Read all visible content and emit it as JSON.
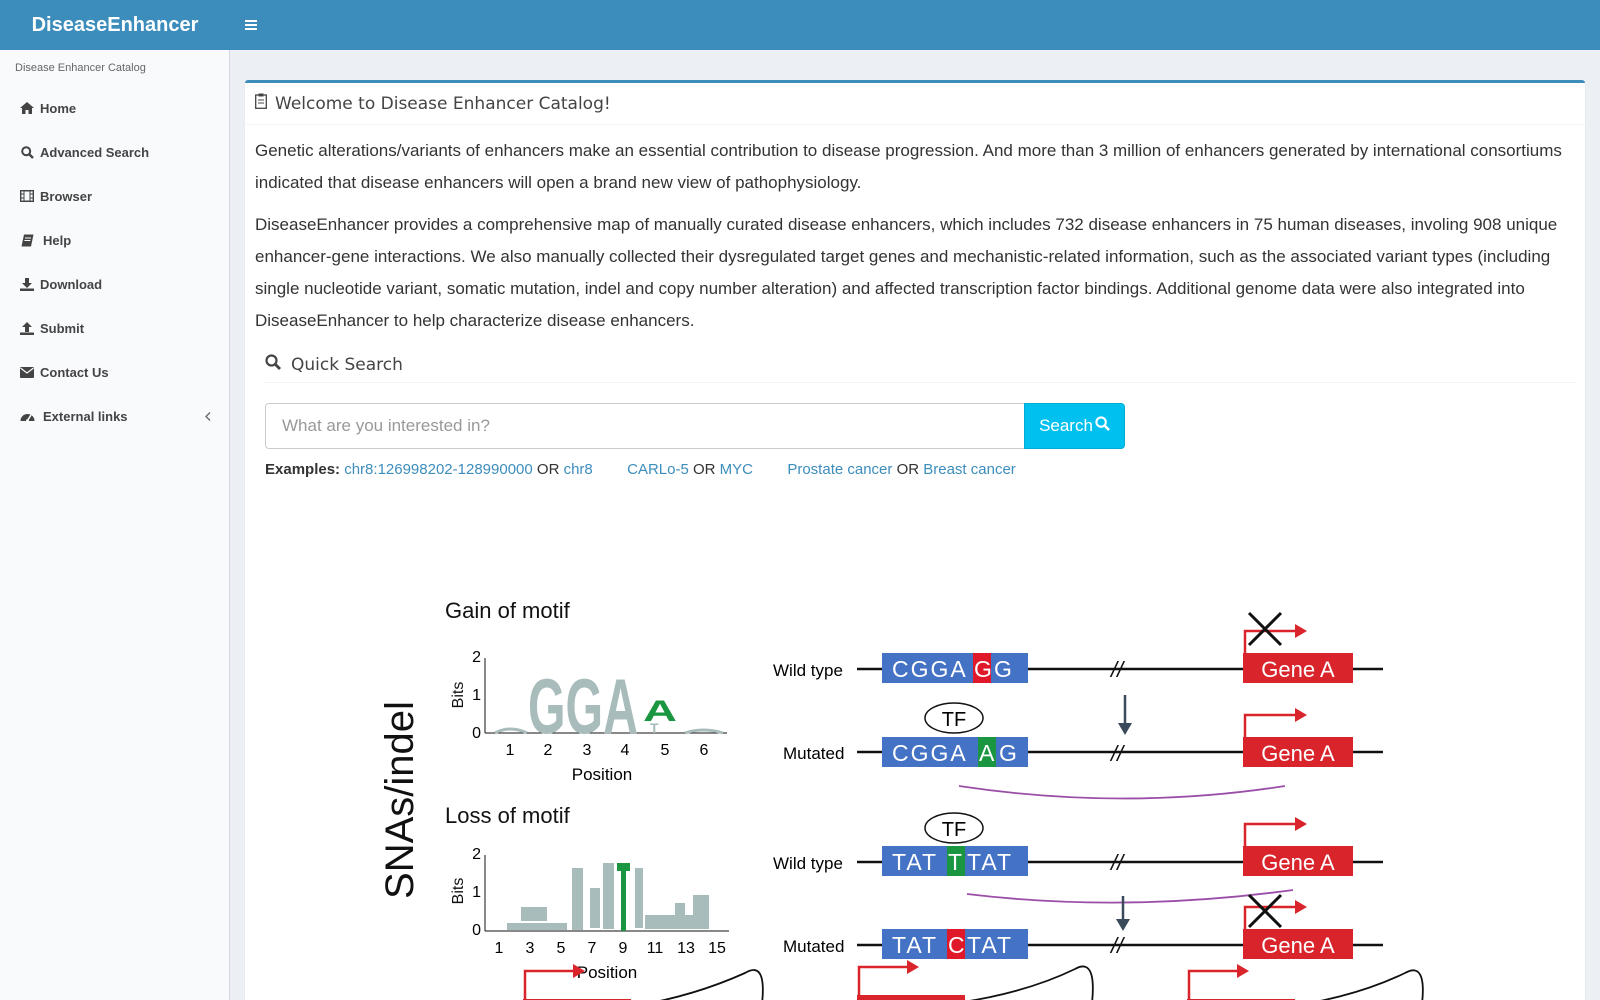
{
  "app": {
    "title": "DiseaseEnhancer"
  },
  "sidebar": {
    "header": "Disease Enhancer Catalog",
    "items": [
      {
        "label": "Home",
        "icon": "home-icon"
      },
      {
        "label": "Advanced Search",
        "icon": "search-icon"
      },
      {
        "label": "Browser",
        "icon": "film-icon"
      },
      {
        "label": "Help",
        "icon": "book-icon"
      },
      {
        "label": "Download",
        "icon": "download-icon"
      },
      {
        "label": "Submit",
        "icon": "upload-icon"
      },
      {
        "label": "Contact Us",
        "icon": "envelope-icon"
      },
      {
        "label": "External links",
        "icon": "tachometer-icon",
        "has_submenu": true
      }
    ]
  },
  "main": {
    "title": "Welcome to Disease Enhancer Catalog!",
    "paragraph1": "Genetic alterations/variants of enhancers make an essential contribution to disease progression. And more than 3 million of enhancers generated by international consortiums indicated that disease enhancers will open a brand new view of pathophysiology.",
    "paragraph2": "DiseaseEnhancer provides a comprehensive map of manually curated disease enhancers, which includes 732 disease enhancers in 75 human diseases, involing 908 unique enhancer-gene interactions. We also manually collected their dysregulated target genes and mechanistic-related information, such as the associated variant types (including single nucleotide variant, somatic mutation, indel and copy number alteration) and affected transcription factor bindings. Additional genome data were also integrated into DiseaseEnhancer to help characterize disease enhancers."
  },
  "quick_search": {
    "title": "Quick Search",
    "placeholder": "What are you interested in?",
    "button_label": "Search",
    "examples_label": "Examples:",
    "or": "OR",
    "examples": [
      "chr8:126998202-128990000",
      "chr8",
      "CARLo-5",
      "MYC",
      "Prostate cancer",
      "Breast cancer"
    ]
  },
  "figure": {
    "side_label": "SNAs/indel",
    "gain_title": "Gain of motif",
    "loss_title": "Loss of motif",
    "bits": "Bits",
    "position": "Position",
    "gain_yticks": [
      "2",
      "1",
      "0"
    ],
    "gain_xticks": [
      "1",
      "2",
      "3",
      "4",
      "5",
      "6"
    ],
    "loss_yticks": [
      "2",
      "1",
      "0"
    ],
    "loss_xticks": [
      "1",
      "3",
      "5",
      "7",
      "9",
      "11",
      "13",
      "15"
    ],
    "wild_type": "Wild type",
    "mutated": "Mutated",
    "tf": "TF",
    "gene": "Gene A",
    "slashes": "//",
    "seq1_prefix": "CGGA",
    "seq1_alt": "G",
    "seq1_suffix": "G",
    "seq2_prefix": "CGGA",
    "seq2_alt": "A",
    "seq2_suffix": "G",
    "seq3_prefix": "TAT",
    "seq3_alt": "T",
    "seq3_suffix": "TAT",
    "seq4_prefix": "TAT",
    "seq4_alt": "C",
    "seq4_suffix": "TAT",
    "logo_gain_main": "GGA",
    "logo_gain_top": "A",
    "logo_gain_low": "T",
    "colors": {
      "seq_box": "#4472c4",
      "alt_red": "#e0192a",
      "alt_green": "#1a9641",
      "gene_box": "#d9242b",
      "logo_gray": "#a9bcbc",
      "logo_green": "#1a9641",
      "loop": "#9b4ea8"
    }
  }
}
